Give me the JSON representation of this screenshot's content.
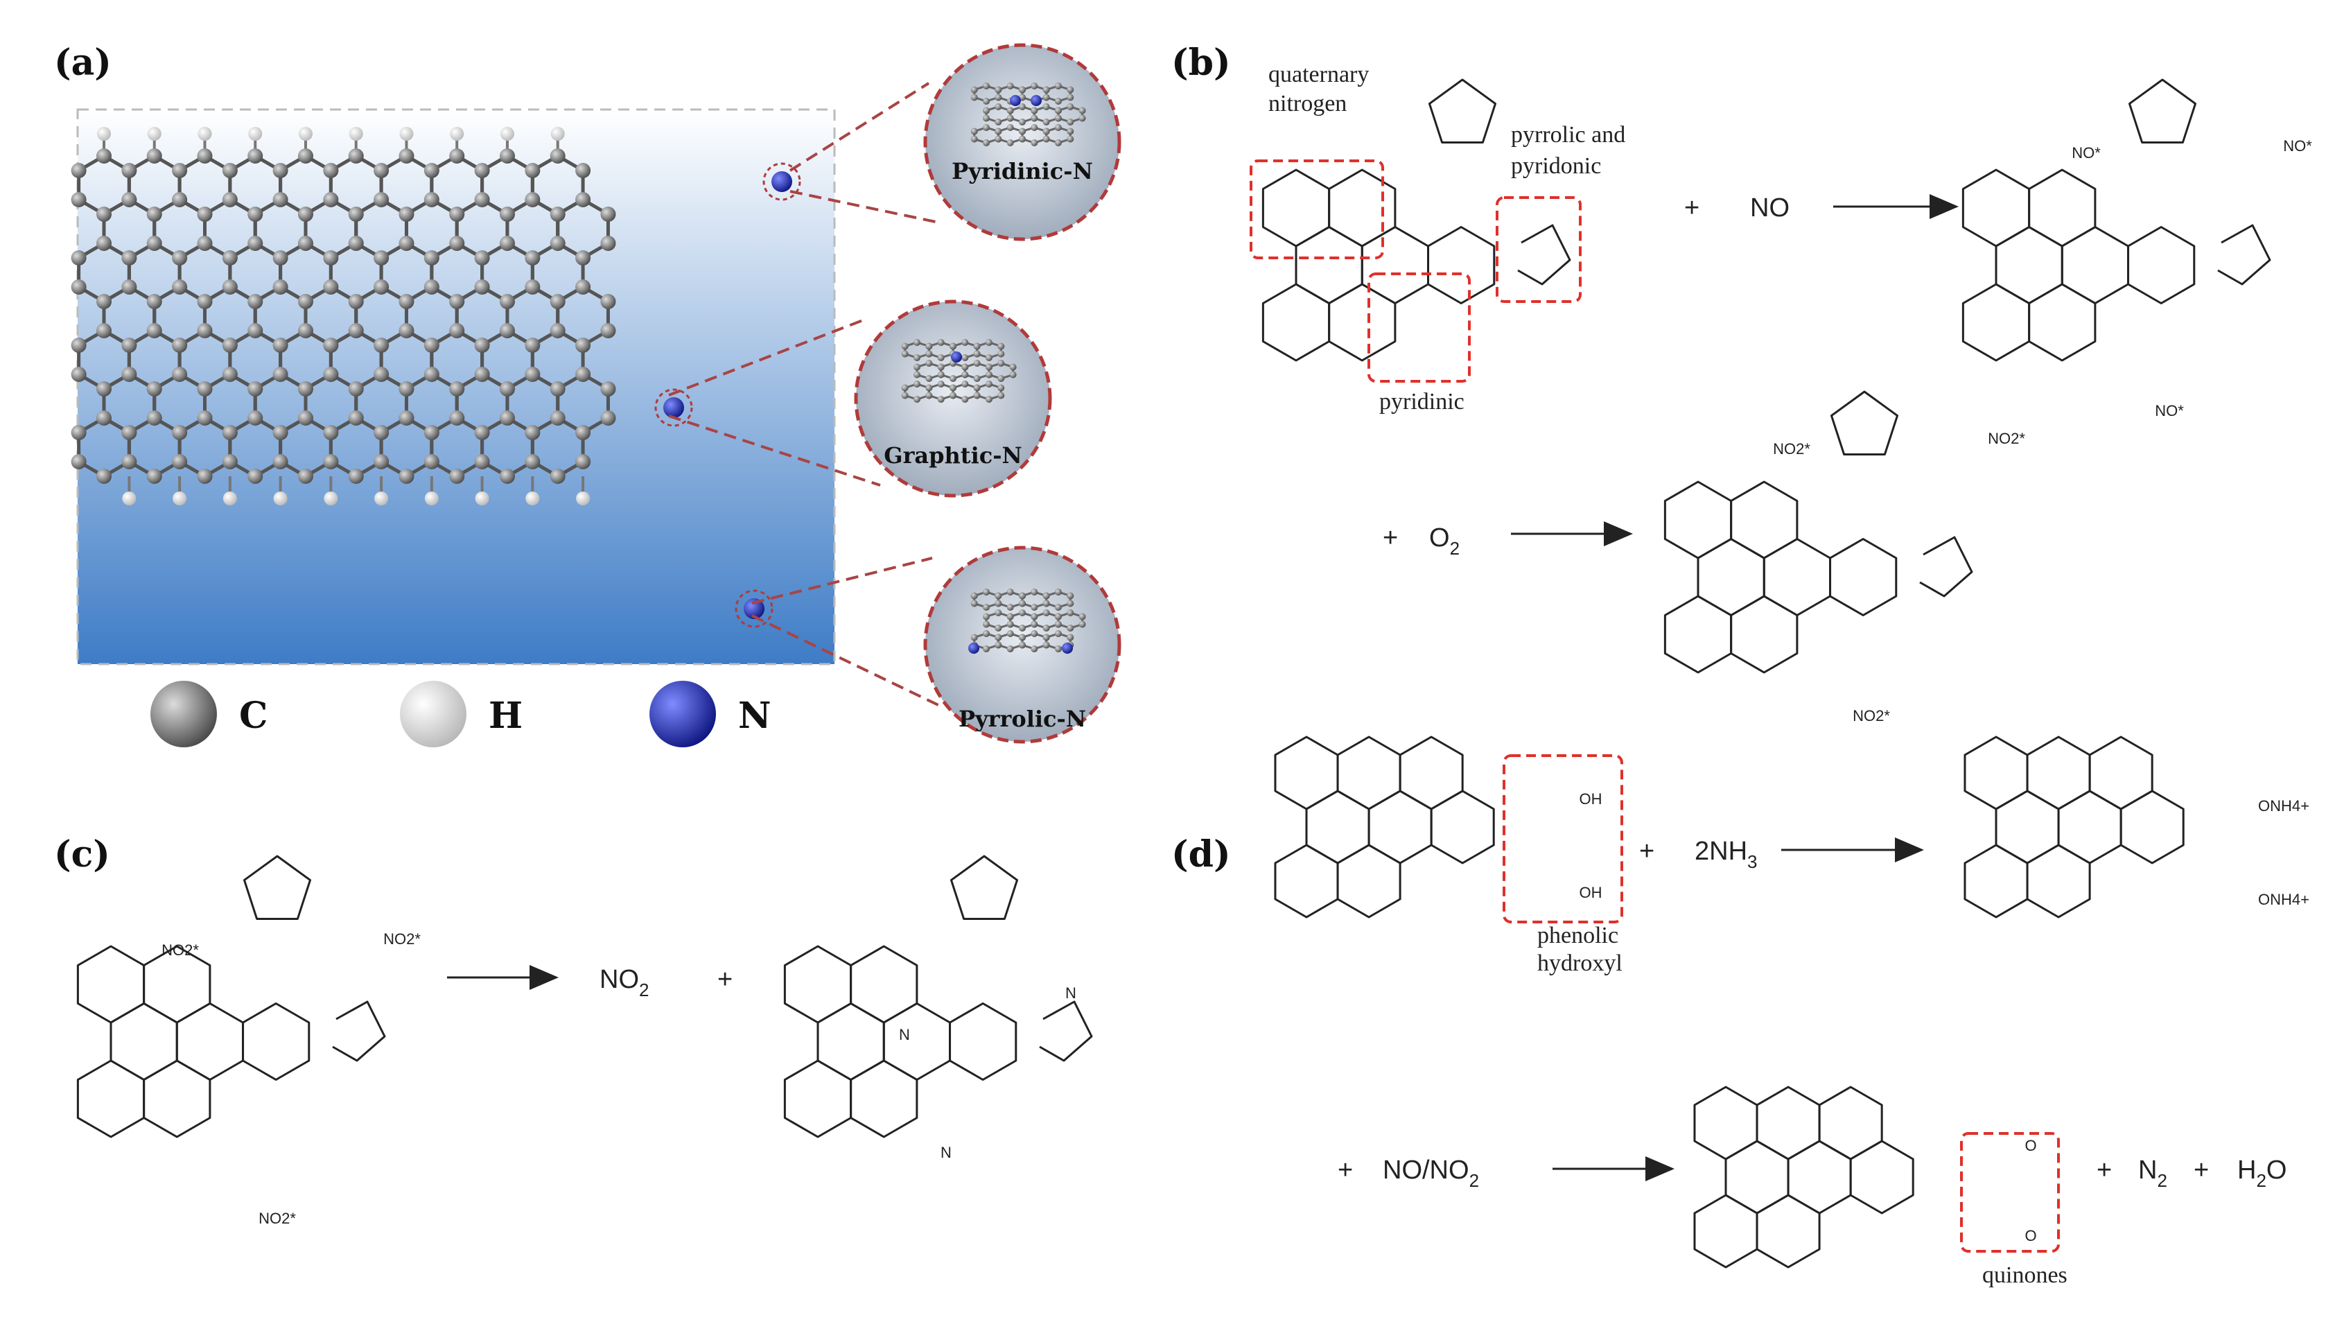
{
  "panels": {
    "a": {
      "label": "(a)",
      "badges": [
        "Pyridinic-N",
        "Graphtic-N",
        "Pyrrolic-N"
      ],
      "legend": [
        {
          "symbol": "C",
          "color": "#6b6b6b"
        },
        {
          "symbol": "H",
          "color": "#f2f2f2"
        },
        {
          "symbol": "N",
          "color": "#1a2bd6"
        }
      ],
      "colors": {
        "carbon": "#5f5f5f",
        "hydrogen": "#f5f5f5",
        "nitrogen": "#1f2fd0",
        "background_top": "#ffffff",
        "background_bottom": "#3e7cc6",
        "badge_ring": "#b13a3a"
      }
    },
    "b": {
      "label": "(b)",
      "annotations": [
        "quaternary",
        "nitrogen",
        "pyrrolic and",
        "pyridonic",
        "pyridinic"
      ],
      "step1": {
        "plus": "+",
        "reactant": "NO",
        "product_labels": [
          "NO*",
          "NO*",
          "NO*"
        ]
      },
      "step2": {
        "plus": "+",
        "reactant": "O",
        "reactant_sub": "2",
        "product_labels": [
          "NO2*",
          "NO2*",
          "NO2*"
        ]
      }
    },
    "c": {
      "label": "(c)",
      "reactant_labels": [
        "NO2*",
        "NO2*",
        "NO2*"
      ],
      "product1": "NO",
      "product1_sub": "2",
      "plus": "+",
      "atom_labels": [
        "N",
        "N",
        "N"
      ]
    },
    "d": {
      "label": "(d)",
      "annotations": [
        "phenolic",
        "hydroxyl"
      ],
      "step1": {
        "plus": "+",
        "reactant": "2NH",
        "reactant_sub": "3",
        "product_labels": [
          "ONH4+",
          "ONH4+"
        ],
        "oh_labels": [
          "OH",
          "OH"
        ]
      },
      "step2": {
        "plus": "+",
        "reactant": "NO/NO",
        "reactant_sub": "2",
        "products": [
          "N",
          "H"
        ],
        "product_subs": [
          "2",
          "2"
        ],
        "product_tail": "O",
        "quinone_label": "quinones",
        "o_labels": [
          "O",
          "O"
        ]
      }
    }
  }
}
